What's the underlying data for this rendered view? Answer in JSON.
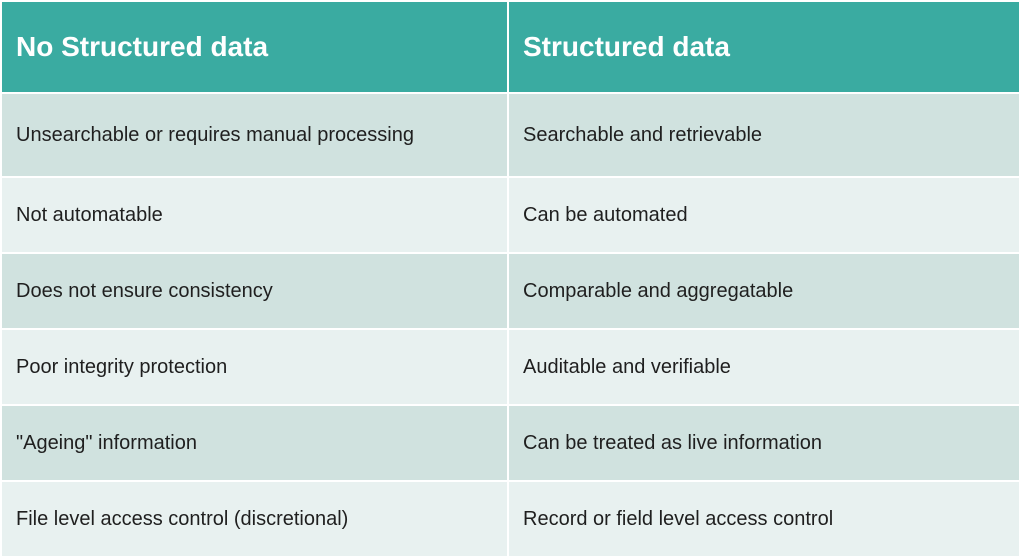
{
  "colors": {
    "header_bg": "#3aaba1",
    "row_dark": "#d0e2df",
    "row_light": "#e8f1f0",
    "text": "#1f1f1f",
    "header_text": "#ffffff"
  },
  "table": {
    "headers": [
      "No Structured data",
      "Structured data"
    ],
    "rows": [
      [
        "Unsearchable or requires manual processing",
        "Searchable and retrievable"
      ],
      [
        "Not automatable",
        "Can be automated"
      ],
      [
        "Does not ensure consistency",
        "Comparable and aggregatable"
      ],
      [
        "Poor integrity protection",
        "Auditable and verifiable"
      ],
      [
        "\"Ageing\" information",
        "Can be treated as live information"
      ],
      [
        "File level access control (discretional)",
        "Record or field level access control"
      ]
    ]
  }
}
